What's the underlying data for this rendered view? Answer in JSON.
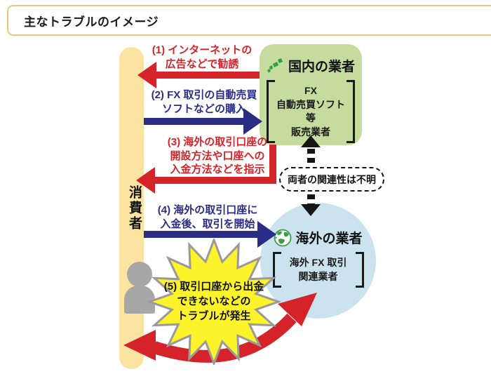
{
  "header": {
    "title": "主なトラブルのイメージ"
  },
  "consumer": {
    "label": "消費者"
  },
  "domestic": {
    "title": "国内の業者",
    "bracket": {
      "l1": "FX",
      "l2": "自動売買ソフト等",
      "l3": "販売業者"
    }
  },
  "overseas": {
    "title": "海外の業者",
    "bracket": {
      "l1": "海外 FX 取引",
      "l2": "関連業者"
    }
  },
  "relation": {
    "label": "両者の関連性は不明"
  },
  "steps": {
    "s1": {
      "l1": "(1) インターネットの",
      "l2": "広告などで勧誘"
    },
    "s2": {
      "l1": "(2) FX 取引の自動売買",
      "l2": "ソフトなどの購入"
    },
    "s3": {
      "l1": "(3) 海外の取引口座の",
      "l2": "開設方法や口座への",
      "l3": "入金方法などを指示"
    },
    "s4": {
      "l1": "(4) 海外の取引口座に",
      "l2": "入金後、取引を開始"
    },
    "s5": {
      "l1": "(5) 取引口座から出金",
      "l2": "できないなどの",
      "l3": "トラブルが発生"
    }
  },
  "icons": {
    "domestic": "japan-map-icon",
    "overseas": "globe-icon",
    "consumer": "person-icon"
  },
  "colors": {
    "red": "#d5232a",
    "navy": "#2b2d84",
    "consumer_bar": "#fbe3a1",
    "domestic_bg": "#c6dc9f",
    "overseas_bg": "#cbe3ef",
    "burst_fill": "#fdf32b",
    "burst_border": "#9a9a9a",
    "person_gray": "#a7a7a7",
    "frame_border": "#eac97e",
    "dash_black": "#151515"
  }
}
